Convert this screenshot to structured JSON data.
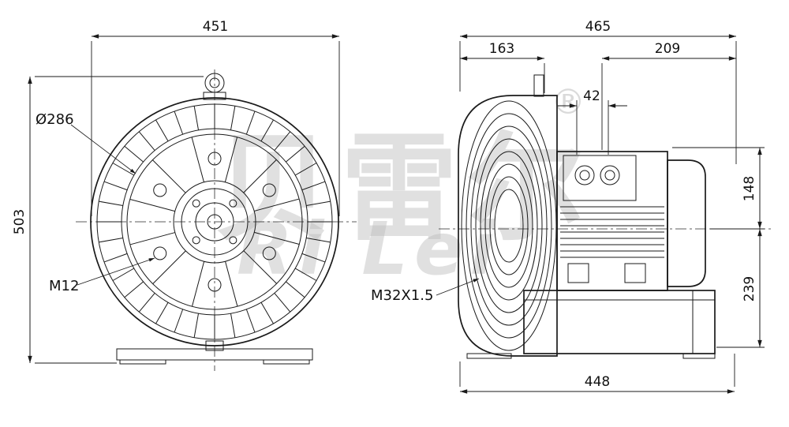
{
  "front_view": {
    "width": "451",
    "height": "503",
    "diameter": "Ø286",
    "thread": "M12"
  },
  "side_view": {
    "total_length": "465",
    "housing_length": "163",
    "motor_length": "209",
    "gland_spacing": "42",
    "upper_height": "148",
    "lower_height": "239",
    "base_length": "448",
    "thread": "M32X1.5"
  },
  "watermark": {
    "cjk": "贝雷尔",
    "latin": "Ri Lei",
    "registered": "®"
  }
}
